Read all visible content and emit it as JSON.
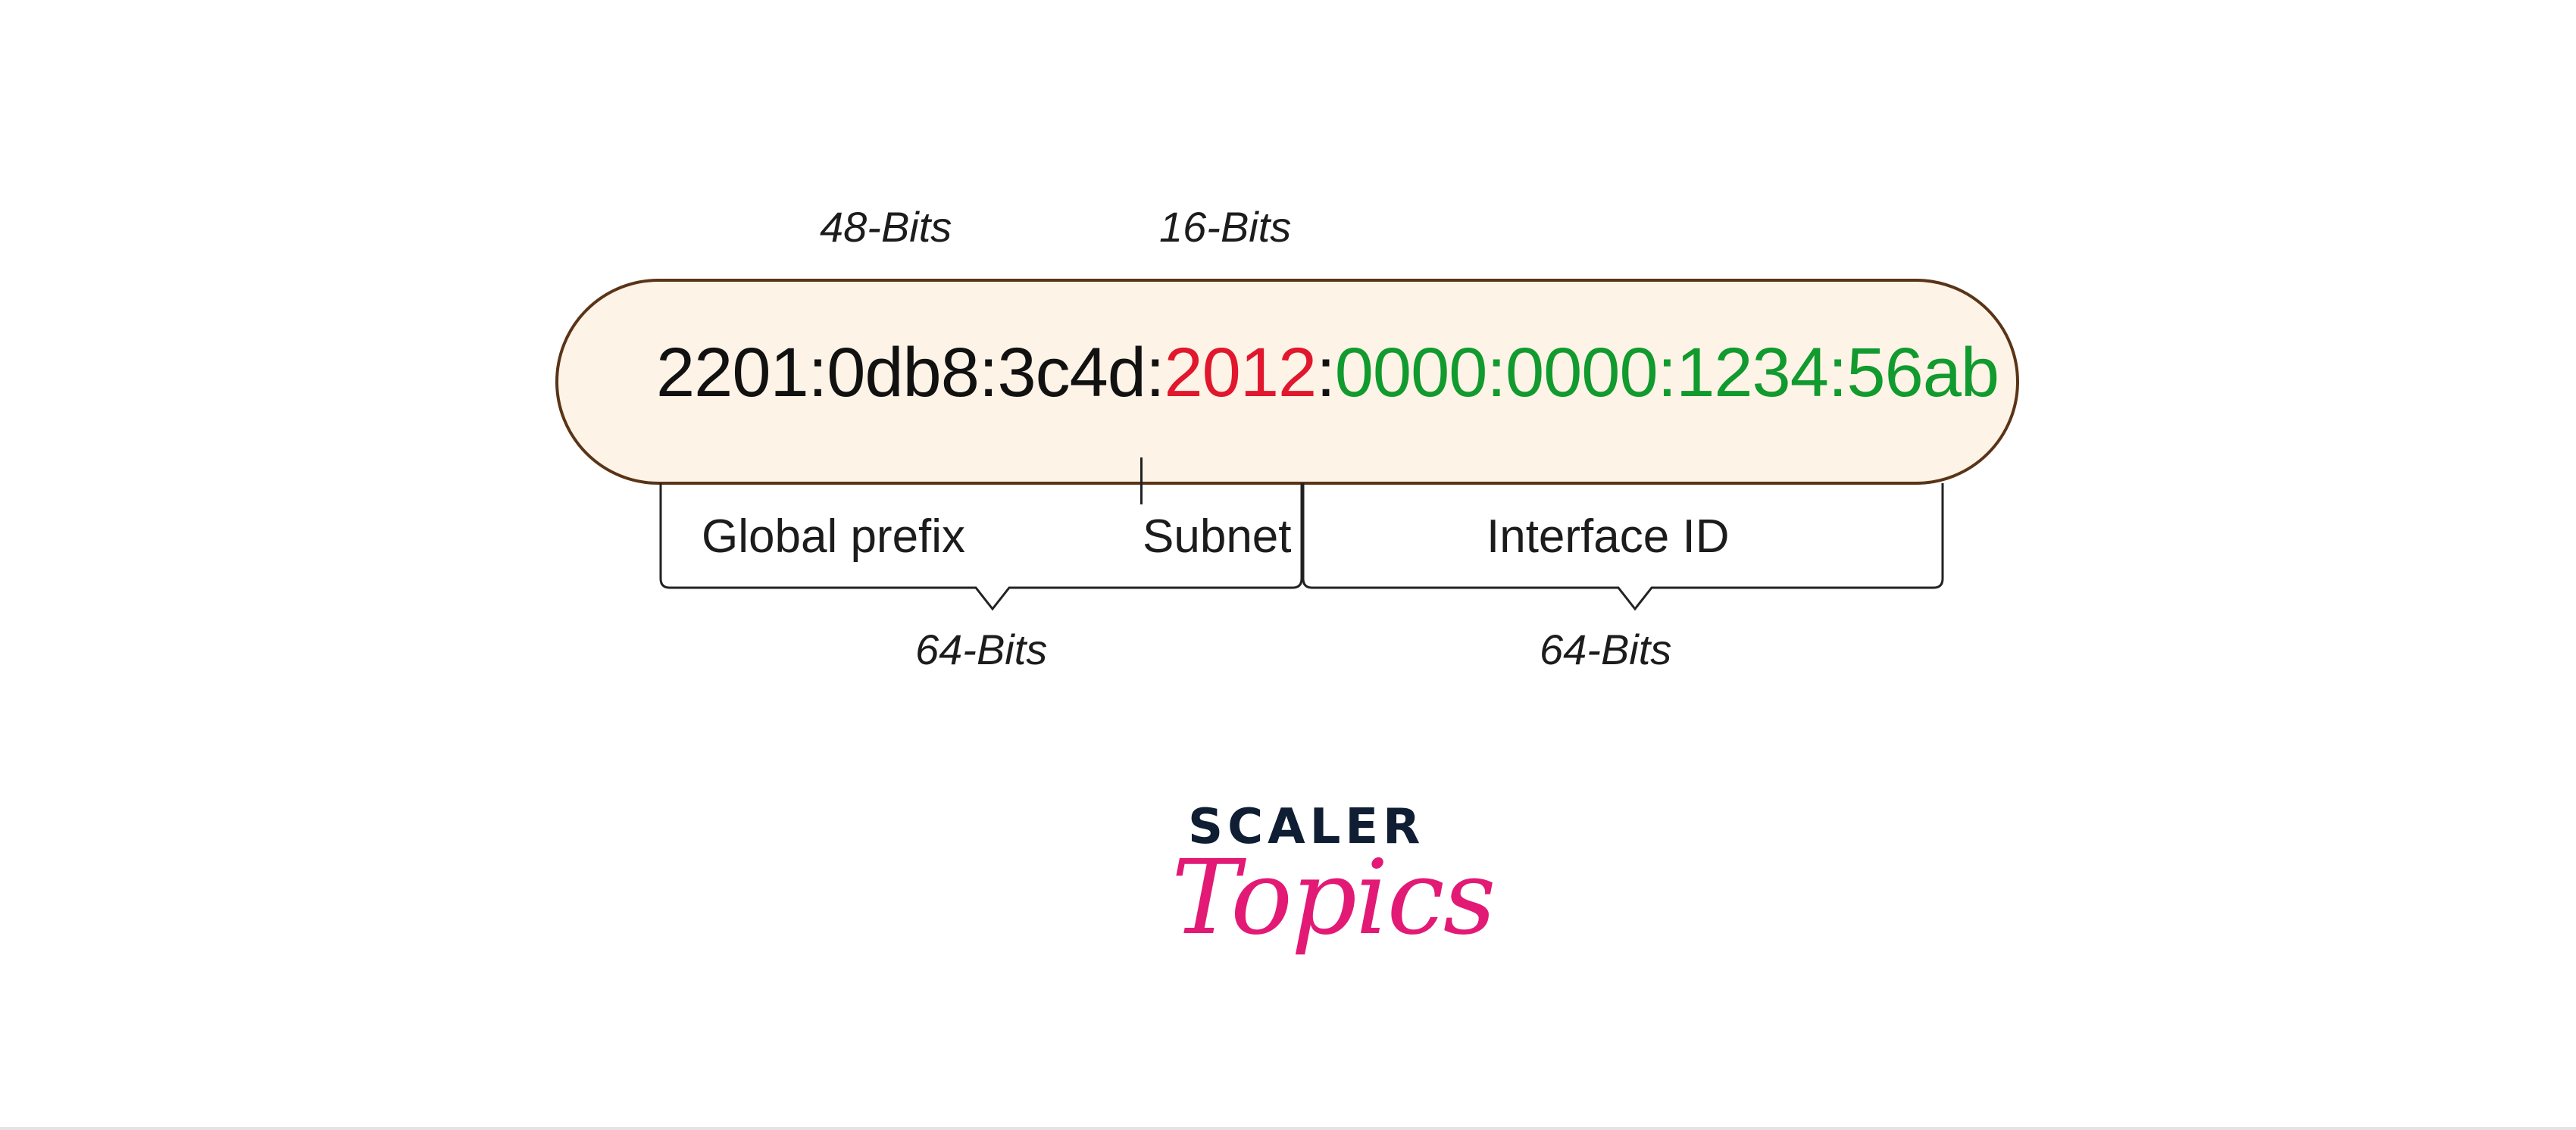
{
  "address": {
    "global_prefix": "2201:0db8:3c4d:",
    "subnet": "2012",
    "separator": ":",
    "interface_id": "0000:0000:1234:56ab"
  },
  "top_labels": {
    "global_prefix_bits": "48-Bits",
    "subnet_bits": "16-Bits"
  },
  "parts": {
    "global_prefix": "Global prefix",
    "subnet": "Subnet",
    "interface_id": "Interface ID"
  },
  "bottom_labels": {
    "network_bits": "64-Bits",
    "interface_bits": "64-Bits"
  },
  "logo": {
    "word": "SCALER",
    "script": "Topics"
  },
  "colors": {
    "pill_fill": "#fdf3e6",
    "pill_border": "#5a3417",
    "subnet": "#e0172d",
    "interface_id": "#119a2e",
    "logo_dark": "#0f1e33",
    "logo_pink": "#e21a75"
  }
}
